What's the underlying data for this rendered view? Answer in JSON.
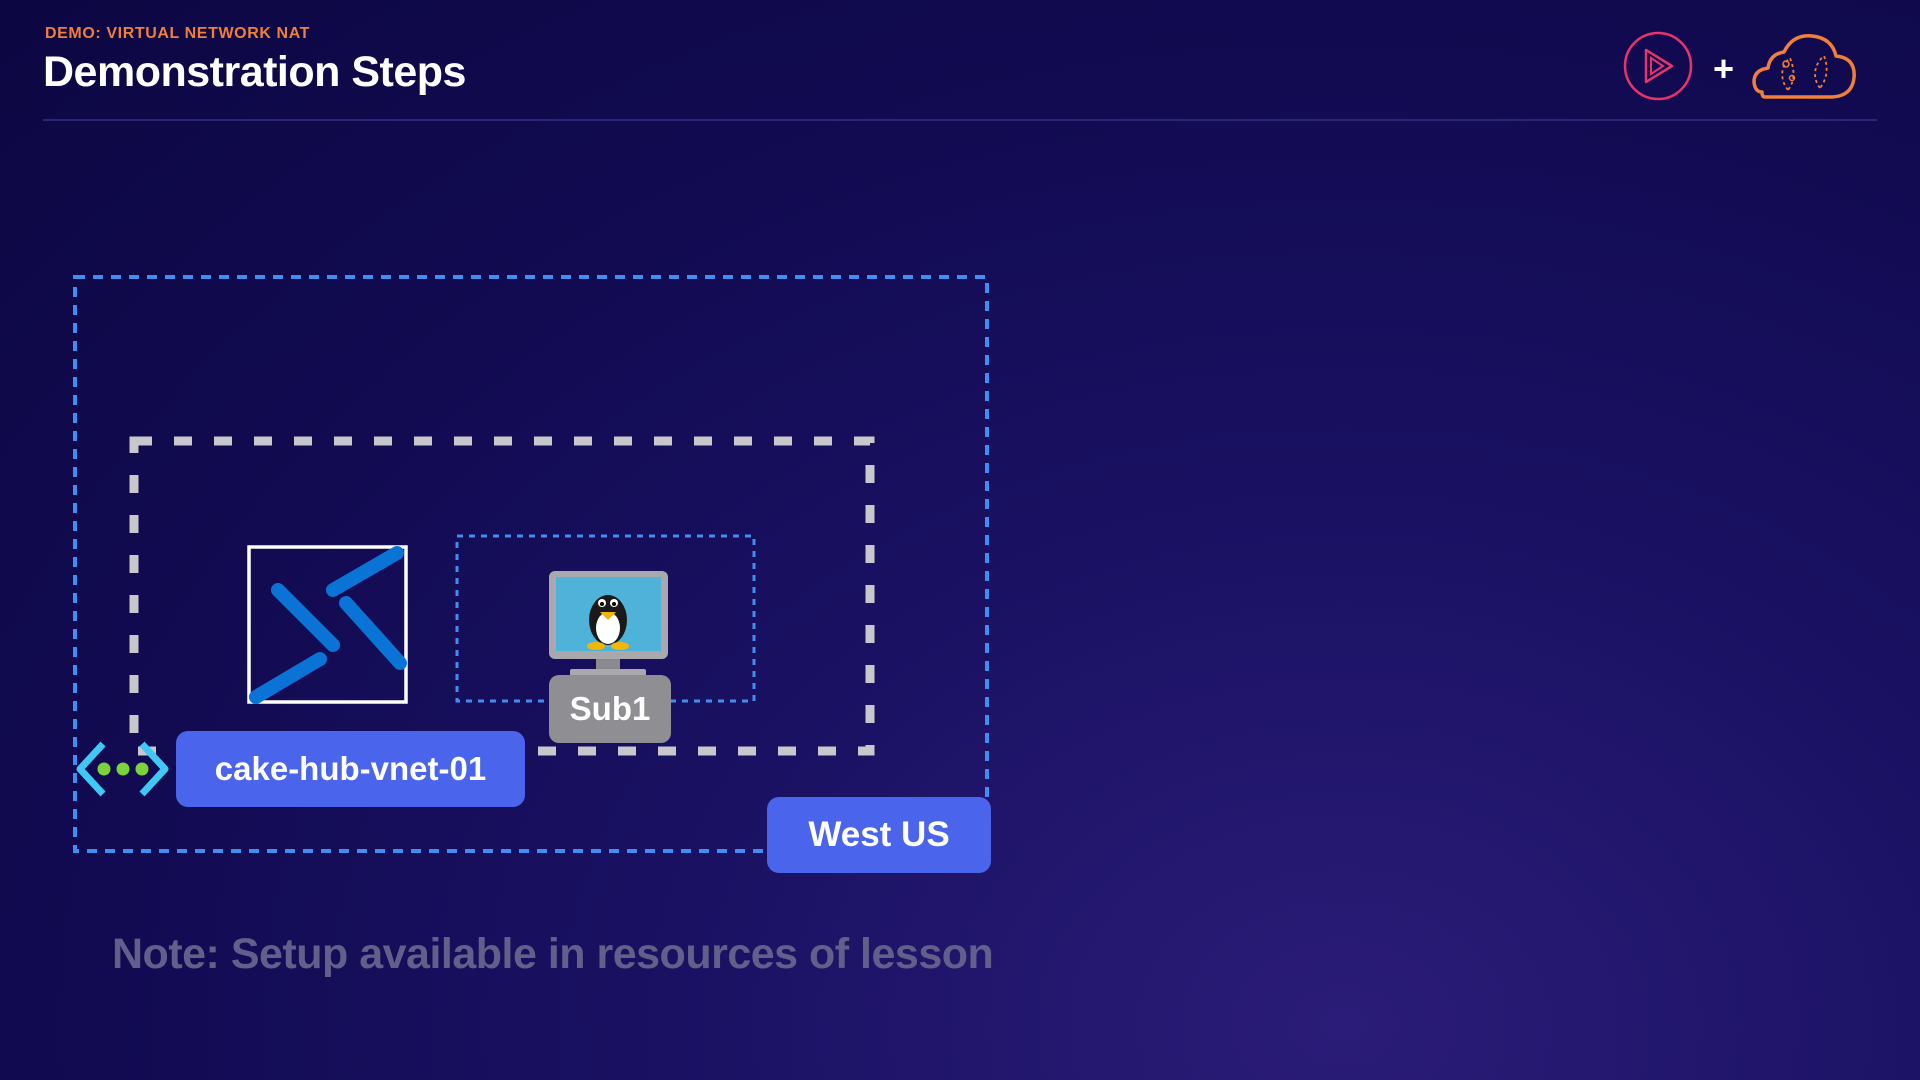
{
  "header": {
    "eyebrow": "DEMO: VIRTUAL NETWORK NAT",
    "title": "Demonstration Steps",
    "plus": "+"
  },
  "icons": {
    "brand_play": "play-logo-icon",
    "brand_cloud": "cloud-logo-icon",
    "vnet": "virtual-network-icon",
    "nat": "nat-gateway-icon",
    "vm": "linux-vm-icon"
  },
  "diagram": {
    "vnet_label": "cake-hub-vnet-01",
    "region_label": "West US",
    "subnet_label": "Sub1"
  },
  "note": "Note: Setup available in resources of lesson",
  "colors": {
    "background": "#120b52",
    "accent_orange": "#f07f3c",
    "accent_pink": "#e8336b",
    "pill_blue": "#4a64ec",
    "dashed_blue": "#3f8ef0",
    "dashed_gray": "#c7c7cc",
    "subnet_pill": "#8e8e93"
  }
}
